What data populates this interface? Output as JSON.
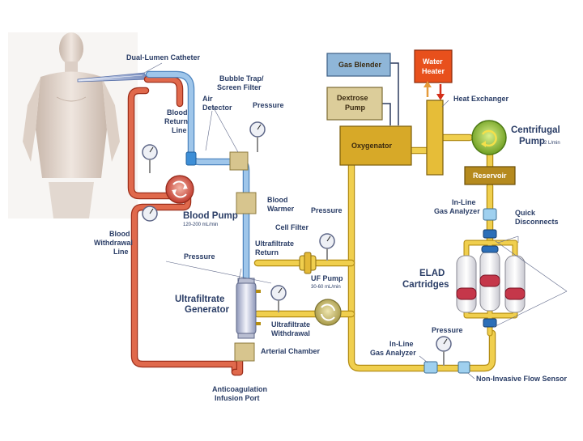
{
  "labels": {
    "dual_lumen_catheter": "Dual-Lumen Catheter",
    "bubble_trap_1": "Bubble Trap/",
    "bubble_trap_2": "Screen Filter",
    "air_detector_1": "Air",
    "air_detector_2": "Detector",
    "pressure_top": "Pressure",
    "blood_return_1": "Blood",
    "blood_return_2": "Return",
    "blood_return_3": "Line",
    "blood_pump": "Blood Pump",
    "blood_pump_rate": "120-200 mL/min",
    "blood_warmer_1": "Blood",
    "blood_warmer_2": "Warmer",
    "blood_withdrawal_1": "Blood",
    "blood_withdrawal_2": "Withdrawal",
    "blood_withdrawal_3": "Line",
    "pressure_left": "Pressure",
    "cell_filter": "Cell Filter",
    "pressure_mid": "Pressure",
    "ultrafiltrate_return_1": "Ultrafiltrate",
    "ultrafiltrate_return_2": "Return",
    "uf_pump": "UF Pump",
    "uf_pump_rate": "30-60 mL/min",
    "ultrafiltrate_generator_1": "Ultrafiltrate",
    "ultrafiltrate_generator_2": "Generator",
    "ultrafiltrate_withdrawal_1": "Ultrafiltrate",
    "ultrafiltrate_withdrawal_2": "Withdrawal",
    "arterial_chamber": "Arterial Chamber",
    "anticoagulation_1": "Anticoagulation",
    "anticoagulation_2": "Infusion Port",
    "gas_blender": "Gas Blender",
    "water_heater_1": "Water",
    "water_heater_2": "Heater",
    "dextrose_pump_1": "Dextrose",
    "dextrose_pump_2": "Pump",
    "heat_exchanger": "Heat Exchanger",
    "oxygenator": "Oxygenator",
    "centrifugal_pump_1": "Centrifugal",
    "centrifugal_pump_2": "Pump",
    "centrifugal_pump_rate": "2 L/min",
    "reservoir": "Reservoir",
    "inline_gas_analyzer_top_1": "In-Line",
    "inline_gas_analyzer_top_2": "Gas Analyzer",
    "quick_disconnects_1": "Quick",
    "quick_disconnects_2": "Disconnects",
    "elad_1": "ELAD",
    "elad_2": "Cartridges",
    "pressure_bottom": "Pressure",
    "inline_gas_analyzer_bottom_1": "In-Line",
    "inline_gas_analyzer_bottom_2": "Gas Analyzer",
    "flow_sensor": "Non-Invasive Flow Sensor"
  },
  "colors": {
    "blood_line": "#d9553a",
    "return_line": "#6fa8dc",
    "yellow_line": "#e3b826",
    "green_pump": "#8cc23f",
    "label_text": "#2a3d66",
    "water_heater": "#e8501c",
    "gas_blender": "#8fb6d8",
    "tan_box": "#dccd9a",
    "oxygenator": "#d7a928",
    "reservoir": "#b58a1e"
  },
  "icons": [
    "human-figure-icon",
    "gauge-icon",
    "pump-rotor-icon",
    "cartridge-icon",
    "connector-icon",
    "arrow-icon"
  ]
}
